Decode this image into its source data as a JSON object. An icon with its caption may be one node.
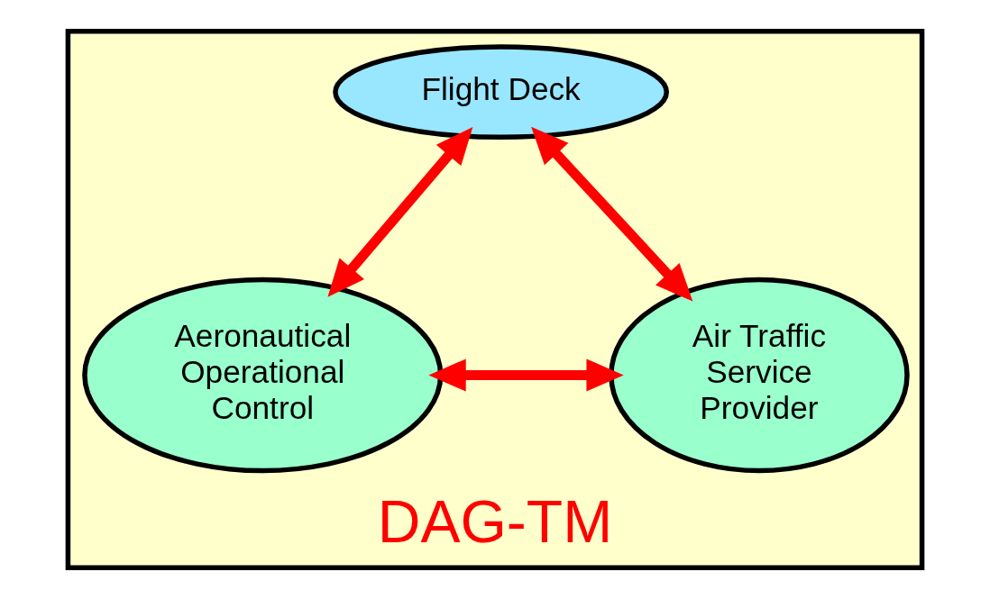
{
  "diagram": {
    "nodes": [
      {
        "text": [
          "DAG-TM"
        ]
      },
      {
        "text": [
          "Flight Deck"
        ],
        "in": 0
      },
      {
        "text": [
          "Aeronautical Operational Control"
        ],
        "in": 0
      },
      {
        "text": [
          "Air Traffic Service Provider"
        ],
        "in": 0
      }
    ],
    "edges": [
      {
        "from": 2,
        "to": 1,
        "arrow": "both",
        "color": "#ff0000"
      },
      {
        "from": 1,
        "to": 3,
        "arrow": "both",
        "color": "#ff0000"
      },
      {
        "from": 2,
        "to": 3,
        "arrow": "both",
        "color": "#ff0000"
      }
    ]
  }
}
